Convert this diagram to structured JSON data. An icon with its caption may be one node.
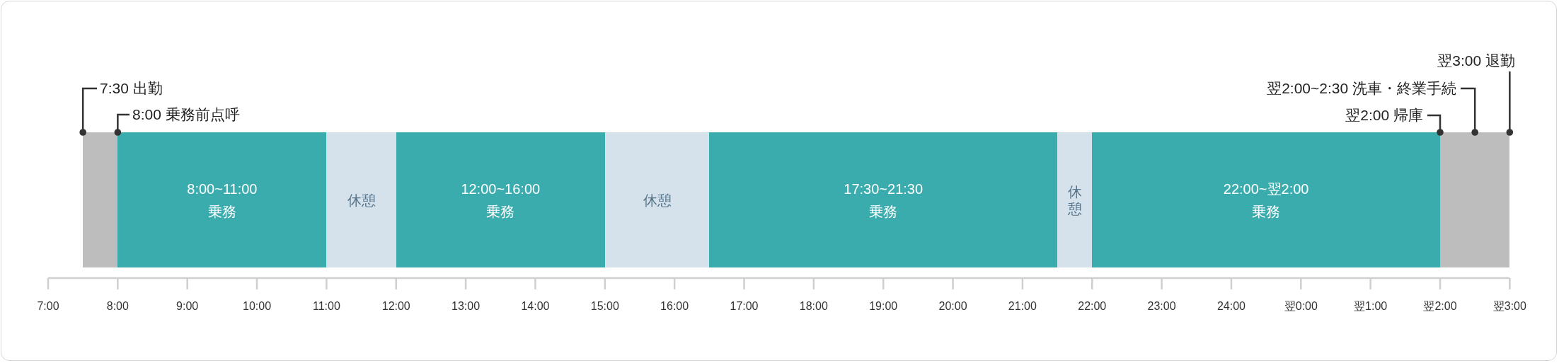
{
  "diagram": {
    "nodes": [
      {
        "text": [
          "7:30 出勤"
        ]
      },
      {
        "text": [
          "8:00 乗務前点呼"
        ]
      },
      {
        "text": [
          "翌2:00 帰庫"
        ]
      },
      {
        "text": [
          "翌2:00~2:30 洗車・終業手続"
        ]
      },
      {
        "text": [
          "翌3:00 退勤"
        ]
      },
      {
        "text": [],
        "shape": "box"
      },
      {
        "text": [
          "8:00~11:00",
          "乗務"
        ]
      },
      {
        "text": [
          "休憩"
        ]
      },
      {
        "text": [
          "12:00~16:00",
          "乗務"
        ]
      },
      {
        "text": [
          "休憩"
        ]
      },
      {
        "text": [
          "17:30~21:30",
          "乗務"
        ]
      },
      {
        "text": [
          "休憩"
        ]
      },
      {
        "text": [
          "22:00~翌2:00",
          "乗務"
        ]
      },
      {
        "text": [],
        "shape": "box"
      }
    ],
    "edges": [
      {
        "from": 0,
        "to": 5,
        "arrow": "other"
      },
      {
        "from": 1,
        "to": 6,
        "arrow": "other"
      },
      {
        "from": 2,
        "to": 13,
        "arrow": "other"
      },
      {
        "from": 3,
        "to": 13,
        "arrow": "other"
      },
      {
        "from": 4,
        "to": 13,
        "arrow": "other"
      }
    ],
    "labels": [
      "7:00",
      "8:00",
      "9:00",
      "10:00",
      "11:00",
      "12:00",
      "13:00",
      "14:00",
      "15:00",
      "16:00",
      "17:00",
      "18:00",
      "19:00",
      "20:00",
      "21:00",
      "22:00",
      "23:00",
      "24:00",
      "翌0:00",
      "翌1:00",
      "翌2:00",
      "翌3:00"
    ]
  }
}
